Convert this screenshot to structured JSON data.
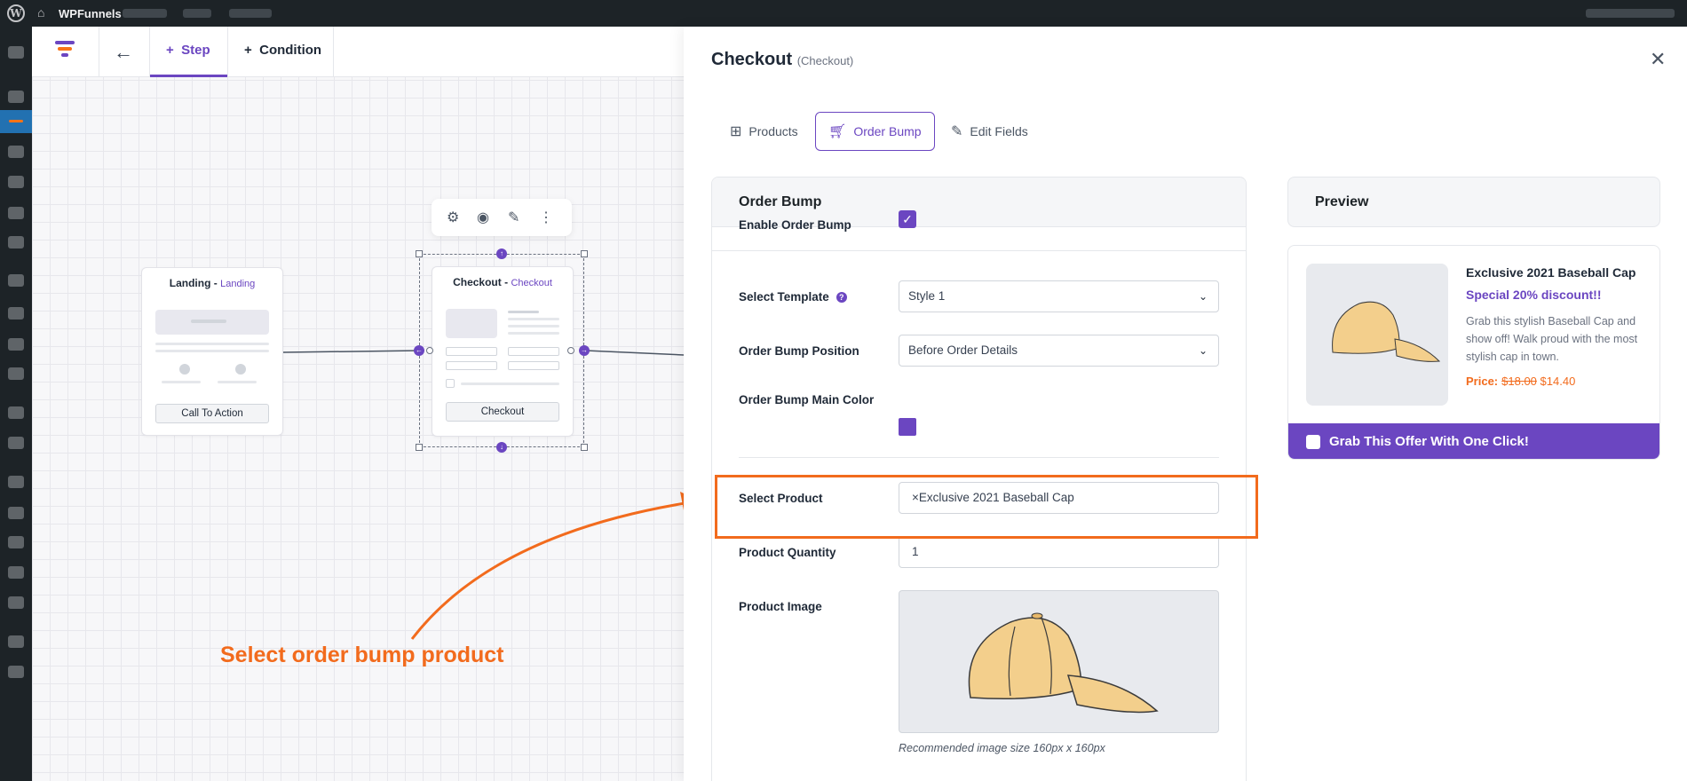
{
  "admin_bar": {
    "site_name": "WPFunnels"
  },
  "builder": {
    "tabs": {
      "step": "Step",
      "condition": "Condition"
    },
    "nodes": {
      "landing": {
        "title": "Landing",
        "subtitle": "Landing",
        "button": "Call To Action"
      },
      "checkout": {
        "title": "Checkout",
        "subtitle": "Checkout",
        "button": "Checkout"
      }
    },
    "annotation": "Select order bump product"
  },
  "panel": {
    "title": "Checkout",
    "subtitle": "(Checkout)",
    "tabs": [
      "Products",
      "Order Bump",
      "Edit Fields"
    ],
    "card_title": "Order Bump",
    "fields": {
      "enable_label": "Enable Order Bump",
      "template_label": "Select Template",
      "template_value": "Style 1",
      "position_label": "Order Bump Position",
      "position_value": "Before Order Details",
      "color_label": "Order Bump Main Color",
      "product_label": "Select Product",
      "product_value": "Exclusive 2021 Baseball Cap",
      "product_remove": "×",
      "quantity_label": "Product Quantity",
      "quantity_value": "1",
      "image_label": "Product Image",
      "image_hint": "Recommended image size 160px x 160px"
    },
    "colors": {
      "accent": "#6b46c1",
      "highlight": "#f26b1d"
    }
  },
  "preview": {
    "title": "Preview",
    "product_name": "Exclusive 2021 Baseball Cap",
    "discount": "Special 20% discount!!",
    "description": "Grab this stylish Baseball Cap and show off! Walk proud with the most stylish cap in town.",
    "price_label": "Price:",
    "old_price": "$18.00",
    "new_price": "$14.40",
    "cta": "Grab This Offer With One Click!"
  }
}
